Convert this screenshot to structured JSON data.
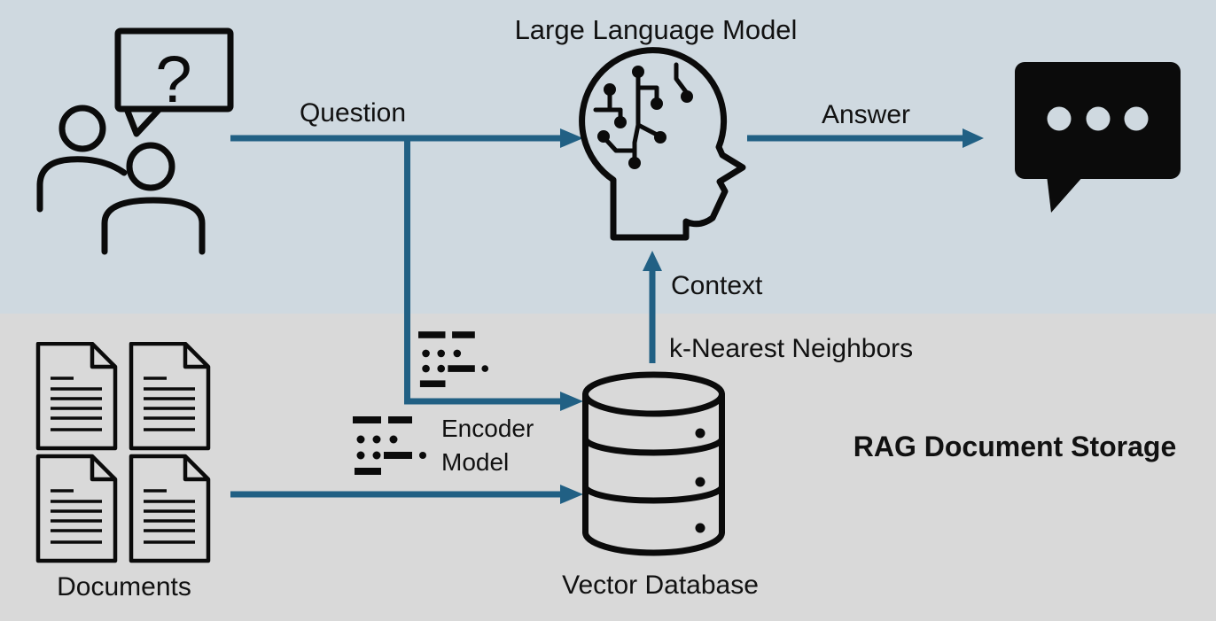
{
  "colors": {
    "top_background": "#cfd9e0",
    "bottom_background": "#d9d9d9",
    "arrow": "#216084",
    "icon_ink": "#0b0b0b",
    "text": "#111111"
  },
  "labels": {
    "llm_title": "Large Language Model",
    "question": "Question",
    "answer": "Answer",
    "context": "Context",
    "knn": "k-Nearest Neighbors",
    "encoder_line1": "Encoder",
    "encoder_line2": "Model",
    "vector_db": "Vector Database",
    "documents": "Documents",
    "rag_storage": "RAG Document Storage",
    "bubble_question_mark": "?"
  },
  "icons": {
    "users": "users-question-bubble-icon",
    "llm": "head-circuit-brain-icon",
    "answer": "chat-bubble-dots-icon",
    "documents": "documents-grid-icon",
    "encoder": "encoder-dot-pattern-icon",
    "database": "vector-database-cylinder-icon"
  }
}
